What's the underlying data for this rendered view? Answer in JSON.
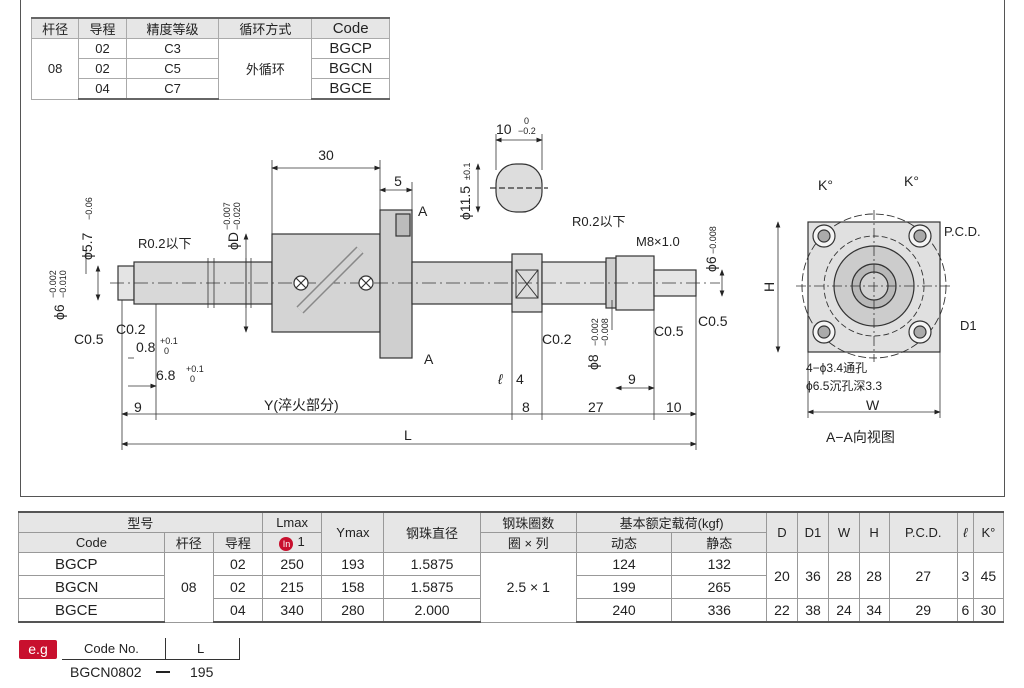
{
  "spec_table": {
    "headers": [
      "杆径",
      "导程",
      "精度等级",
      "循环方式",
      "Code"
    ],
    "shaft": "08",
    "leads": [
      "02",
      "02",
      "04"
    ],
    "grades": [
      "C3",
      "C5",
      "C7"
    ],
    "circulation": "外循环",
    "codes": [
      "BGCP",
      "BGCN",
      "BGCE"
    ]
  },
  "drawing": {
    "dims": {
      "d30": "30",
      "d5": "5",
      "d10": "10",
      "tol_0": "0",
      "tol_m02": "−0.2",
      "d11_5": "ϕ11.5",
      "tol_p01": "±0.1",
      "d5_7": "ϕ5.7",
      "tol_m006": "−0.06",
      "phiD": "ϕD",
      "tol_m0007": "−0.007",
      "tol_m0020": "−0.020",
      "r02_left": "R0.2以下",
      "r02_right": "R0.2以下",
      "m8": "M8×1.0",
      "phi6_left": "ϕ6",
      "tol_m0002": "−0.002",
      "tol_m0010": "−0.010",
      "phi6_right": "ϕ6",
      "tol_m0008": "−0.008",
      "phi8": "ϕ8",
      "tol_m0002b": "−0.002",
      "tol_m0008b": "−0.008",
      "c05_a": "C0.5",
      "c02_a": "C0.2",
      "c02_b": "C0.2",
      "c05_b": "C0.5",
      "c05_c": "C0.5",
      "d0_8": "0.8",
      "tol_p01b": "+0.1",
      "tol_0b": "0",
      "d6_8": "6.8",
      "tol_p01c": "+0.1",
      "tol_0c": "0",
      "section_a_top": "A",
      "section_a_bottom": "A",
      "d9_left": "9",
      "y_label": "Y(淬火部分)",
      "ell": "ℓ",
      "d4": "4",
      "d8": "8",
      "d27": "27",
      "d10b": "10",
      "d9_right": "9",
      "L": "L"
    },
    "view": {
      "k1": "K°",
      "k2": "K°",
      "pcd": "P.C.D.",
      "d1": "D1",
      "h": "H",
      "hole1": "4−ϕ3.4通孔",
      "hole2": "ϕ6.5沉孔深3.3",
      "w": "W",
      "caption": "A−A向视图"
    }
  },
  "data_table": {
    "group_model": "型号",
    "h_code": "Code",
    "h_shaft": "杆径",
    "h_lead": "导程",
    "h_lmax": "Lmax",
    "h_lmax_sub": "1",
    "h_lmax_badge": "In",
    "h_ymax": "Ymax",
    "h_ball": "钢珠直径",
    "h_turns": "钢珠圈数",
    "h_turns_sub": "圈 × 列",
    "h_load": "基本额定载荷(kgf)",
    "h_dyn": "动态",
    "h_stat": "静态",
    "h_D": "D",
    "h_D1": "D1",
    "h_W": "W",
    "h_H": "H",
    "h_PCD": "P.C.D.",
    "h_ell": "ℓ",
    "h_K": "K°",
    "shaft": "08",
    "turns": "2.5 × 1",
    "rows": [
      {
        "code": "BGCP",
        "lead": "02",
        "lmax": "250",
        "ymax": "193",
        "ball": "1.5875",
        "dyn": "124",
        "stat": "132"
      },
      {
        "code": "BGCN",
        "lead": "02",
        "lmax": "215",
        "ymax": "158",
        "ball": "1.5875",
        "dyn": "199",
        "stat": "265"
      },
      {
        "code": "BGCE",
        "lead": "04",
        "lmax": "340",
        "ymax": "280",
        "ball": "2.000",
        "dyn": "240",
        "stat": "336"
      }
    ],
    "g1": {
      "D": "20",
      "D1": "36",
      "W": "28",
      "H": "28",
      "PCD": "27",
      "ell": "3",
      "K": "45"
    },
    "g2": {
      "D": "22",
      "D1": "38",
      "W": "24",
      "H": "34",
      "PCD": "29",
      "ell": "6",
      "K": "30"
    }
  },
  "example": {
    "badge": "e.g",
    "h_code": "Code No.",
    "h_l": "L",
    "code": "BGCN0802",
    "l": "195"
  }
}
